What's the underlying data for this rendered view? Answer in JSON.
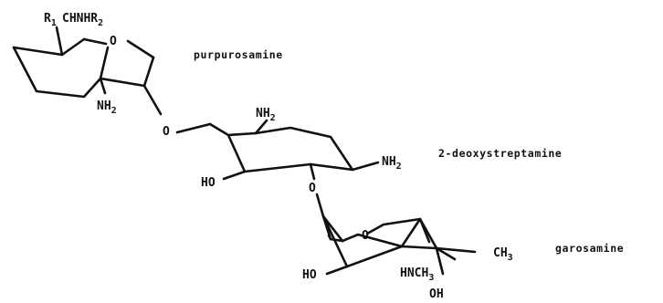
{
  "labels": {
    "purpurosamine": "purpurosamine",
    "deoxystreptamine": "2-deoxystreptamine",
    "garosamine": "garosamine"
  },
  "atoms": {
    "r1": "R",
    "r1_sub": "1",
    "chnhr": "CHNHR",
    "chnhr_sub": "2",
    "o_ring1": "O",
    "nh_ring1": "NH",
    "nh_ring1_sub": "2",
    "o_link1": "O",
    "nh_ring2_top": "NH",
    "nh_ring2_top_sub": "2",
    "nh_ring2_right": "NH",
    "nh_ring2_right_sub": "2",
    "ho_ring2": "HO",
    "o_link2": "O",
    "o_ring3": "O",
    "ch3": "CH",
    "ch3_sub": "3",
    "ho_ring3": "HO",
    "hnch3": "HNCH",
    "hnch3_sub": "3",
    "oh_ring3": "OH"
  }
}
